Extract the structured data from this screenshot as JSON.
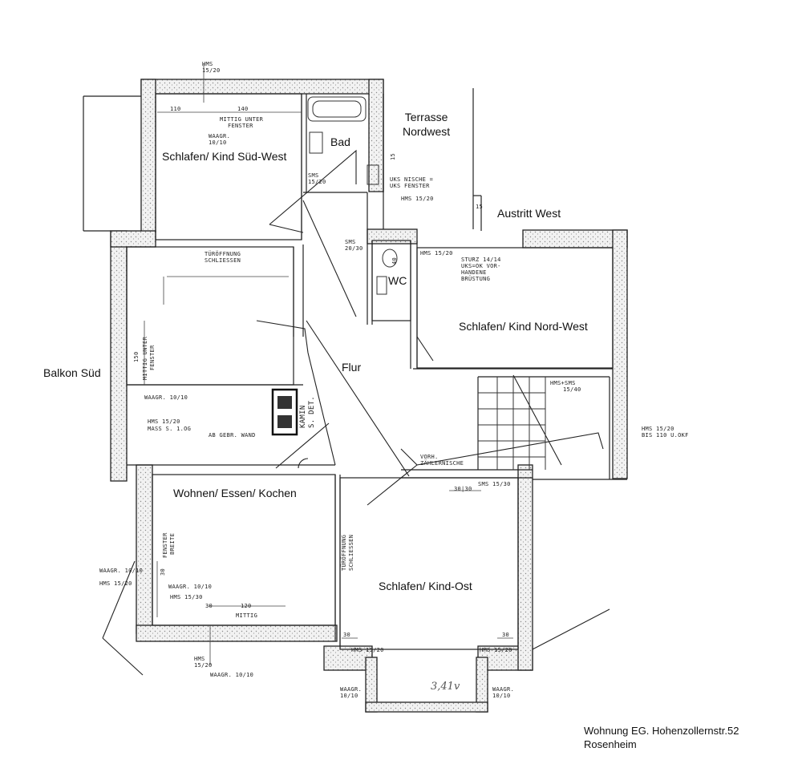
{
  "rooms": {
    "schlafen_sw": "Schlafen/ Kind Süd-West",
    "bad": "Bad",
    "terrasse_line1": "Terrasse",
    "terrasse_line2": "Nordwest",
    "austritt_west": "Austritt West",
    "wc": "WC",
    "schlafen_nw": "Schlafen/ Kind Nord-West",
    "balkon_sued": "Balkon Süd",
    "flur": "Flur",
    "wohnen": "Wohnen/ Essen/ Kochen",
    "schlafen_ost": "Schlafen/ Kind-Ost"
  },
  "notes": {
    "hms_top_1": "HMS",
    "hms_top_2": "15/20",
    "dim_110": "110",
    "dim_140": "140",
    "mittig_1": "MITTIG UNTER",
    "mittig_2": "FENSTER",
    "waagr_top_1": "WAAGR.",
    "waagr_top_2": "10/10",
    "sms_bad_1": "SMS",
    "sms_bad_2": "15/20",
    "uks_1": "UKS  NISCHE =",
    "uks_2": "UKS  FENSTER",
    "hms_bad": "HMS 15/20",
    "dim_15_terr": "15",
    "dim_15_austritt": "15",
    "tueroeff_1": "TÜRÖFFNUNG",
    "tueroeff_2": "SCHLIESSEN",
    "sms_wc_1": "SMS",
    "sms_wc_2": "20/30",
    "dim_40_wc": "40",
    "hms_nw": "HMS 15/20",
    "sturz_1": "STURZ 14/14",
    "sturz_2": "UKS=OK VOR-",
    "sturz_3": "HANDENE",
    "sturz_4": "BRÜSTUNG",
    "dim_150": "150",
    "mittig_unter_v": "MITTIG UNTER",
    "fenster_v": "FENSTER",
    "waagr_balkon": "WAAGR. 10/10",
    "hms_balkon": "HMS 15/20",
    "mass_1": "MASS S. 1.OG",
    "ab_gebr": "AB GEBR. WAND",
    "kamin_1": "KAMIN",
    "kamin_2": "S. DET.",
    "hms_sms_1": "HMS+SMS",
    "hms_sms_2": "15/40",
    "hms_east_1": "HMS 15/20",
    "hms_east_2": "BIS 110 U.OKF",
    "vorh_1": "VORH.",
    "vorh_2": "ZÄHLERNISCHE",
    "sms_ost": "SMS 15/30",
    "dim_30_30": "30|30",
    "fenster_breite_1": "FENSTER",
    "fenster_breite_2": "BREITE",
    "dim_30_wohn": "30",
    "waagr_left_1": "WAAGR. 10/10",
    "hms_left": "HMS 15/20",
    "waagr_wohn": "WAAGR. 10/10",
    "hms_wohn": "HMS 15/30",
    "dim_30_bottom": "30",
    "dim_120": "120",
    "mittig_bottom": "MITTIG",
    "hms_bottom_1": "HMS",
    "hms_bottom_2": "15/20",
    "waagr_bottom": "WAAGR. 10/10",
    "tueroeff_v1": "TÜRÖFFNUNG",
    "tueroeff_v2": "SCHLIESSEN",
    "dim_30_ost_l": "30",
    "dim_30_ost_r": "30",
    "hms_ost_l": "HMS 15/20",
    "hms_ost_r": "HMS 15/20",
    "waagr_ost_l1": "WAAGR.",
    "waagr_ost_l2": "10/10",
    "waagr_ost_r": "WAAGR.",
    "waagr_ost_r2": "10/10",
    "handwritten": "3,41v"
  },
  "caption": {
    "line1": "Wohnung EG. Hohenzollernstr.52",
    "line2": "Rosenheim"
  }
}
